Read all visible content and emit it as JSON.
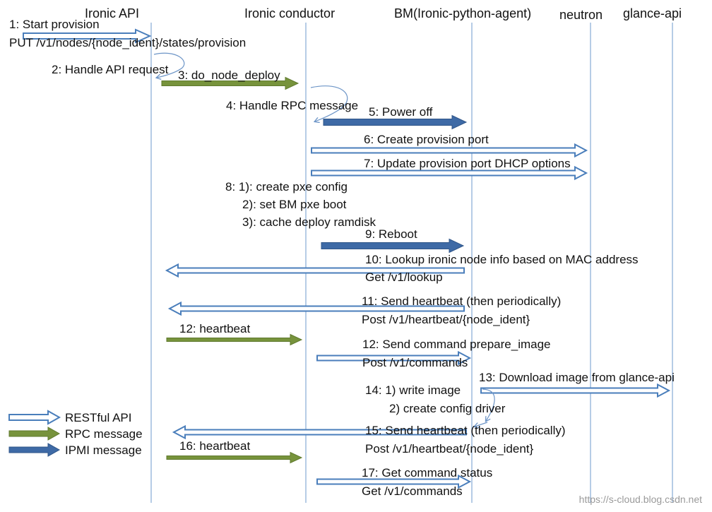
{
  "participants": [
    {
      "id": "api",
      "label": "Ironic API"
    },
    {
      "id": "conductor",
      "label": "Ironic conductor"
    },
    {
      "id": "bm",
      "label": "BM(Ironic-python-agent)"
    },
    {
      "id": "neutron",
      "label": "neutron"
    },
    {
      "id": "glance",
      "label": "glance-api"
    }
  ],
  "messages": [
    {
      "id": "m1",
      "kind": "rest",
      "from": "left-edge",
      "to": "api",
      "lines": [
        "1: Start provision",
        "PUT /v1/nodes/{node_ident}/states/provision"
      ]
    },
    {
      "id": "m2",
      "kind": "self",
      "from": "api",
      "to": "api",
      "lines": [
        "2: Handle API request"
      ]
    },
    {
      "id": "m3",
      "kind": "rpc",
      "from": "api",
      "to": "conductor",
      "lines": [
        "3: do_node_deploy"
      ]
    },
    {
      "id": "m4",
      "kind": "self",
      "from": "conductor",
      "to": "conductor",
      "lines": [
        "4: Handle RPC message"
      ]
    },
    {
      "id": "m5",
      "kind": "ipmi",
      "from": "conductor",
      "to": "bm",
      "lines": [
        "5: Power off"
      ]
    },
    {
      "id": "m6",
      "kind": "rest",
      "from": "conductor",
      "to": "neutron",
      "lines": [
        "6: Create provision port"
      ]
    },
    {
      "id": "m7",
      "kind": "rest",
      "from": "conductor",
      "to": "neutron",
      "lines": [
        "7: Update provision port DHCP options"
      ]
    },
    {
      "id": "m8",
      "kind": "note",
      "from": "conductor",
      "to": "conductor",
      "lines": [
        "8: 1): create pxe config",
        "2): set BM pxe boot",
        "3): cache deploy ramdisk"
      ]
    },
    {
      "id": "m9",
      "kind": "ipmi",
      "from": "conductor",
      "to": "bm",
      "lines": [
        "9: Reboot"
      ]
    },
    {
      "id": "m10",
      "kind": "rest",
      "from": "bm",
      "to": "api",
      "lines": [
        "10: Lookup ironic node info based on MAC address",
        "Get /v1/lookup"
      ]
    },
    {
      "id": "m11",
      "kind": "rest",
      "from": "bm",
      "to": "api",
      "lines": [
        "11: Send heartbeat (then periodically)",
        "Post /v1/heartbeat/{node_ident}"
      ]
    },
    {
      "id": "m12a",
      "kind": "rpc",
      "from": "api",
      "to": "conductor",
      "lines": [
        "12: heartbeat"
      ]
    },
    {
      "id": "m12b",
      "kind": "rest",
      "from": "conductor",
      "to": "bm",
      "lines": [
        "12: Send command prepare_image",
        "Post /v1/commands"
      ]
    },
    {
      "id": "m13",
      "kind": "rest",
      "from": "bm",
      "to": "glance",
      "lines": [
        "13: Download image from glance-api"
      ]
    },
    {
      "id": "m14",
      "kind": "self",
      "from": "bm",
      "to": "bm",
      "lines": [
        "14: 1) write image",
        "2) create config driver"
      ]
    },
    {
      "id": "m15",
      "kind": "rest",
      "from": "bm",
      "to": "api",
      "lines": [
        "15: Send heartbeat (then periodically)",
        "Post /v1/heartbeat/{node_ident}"
      ]
    },
    {
      "id": "m16",
      "kind": "rpc",
      "from": "api",
      "to": "conductor",
      "lines": [
        "16: heartbeat"
      ]
    },
    {
      "id": "m17",
      "kind": "rest",
      "from": "conductor",
      "to": "bm",
      "lines": [
        "17: Get command status",
        "Get /v1/commands"
      ]
    }
  ],
  "legend": [
    {
      "kind": "rest",
      "label": "RESTful API"
    },
    {
      "kind": "rpc",
      "label": "RPC  message"
    },
    {
      "kind": "ipmi",
      "label": "IPMI message"
    }
  ],
  "watermark": "https://s-cloud.blog.csdn.net",
  "colors": {
    "lifeline": "#8fb0d9",
    "rest_stroke": "#4a7ebb",
    "rest_fill": "#ffffff",
    "rpc_fill": "#77933c",
    "rpc_stroke": "#5f7a2e",
    "ipmi_fill": "#3e6aa6",
    "ipmi_stroke": "#2f5588",
    "self_arrow": "#6d95c7",
    "text": "#111111"
  }
}
